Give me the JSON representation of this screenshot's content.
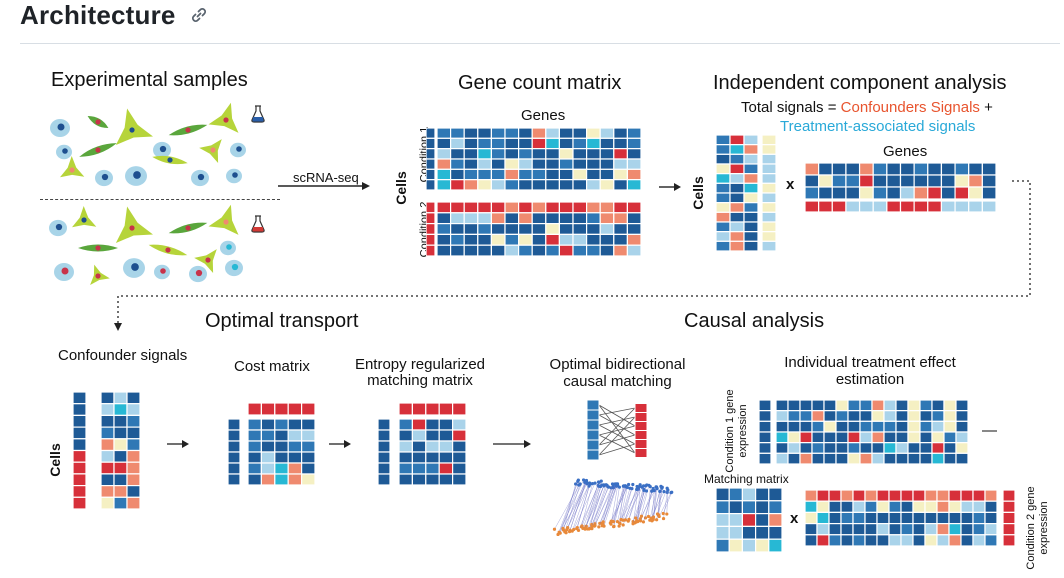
{
  "header": {
    "title": "Architecture",
    "link_icon": "link-icon"
  },
  "diagram": {
    "experimental_samples": "Experimental samples",
    "gene_count_matrix": "Gene count matrix",
    "ica": "Independent component analysis",
    "total_signals": "Total signals =",
    "confounders_signals": "Confounders Signals",
    "plus": "+",
    "treatment_signals": "Treatment-associated signals",
    "genes": "Genes",
    "genes_ica": "Genes",
    "scrna": "scRNA-seq",
    "cells": "Cells",
    "cells_ica": "Cells",
    "cells_conf": "Cells",
    "condition1": "Condition 1",
    "condition2": "Condition 2",
    "times": "x",
    "times2": "x",
    "optimal_transport": "Optimal transport",
    "causal_analysis": "Causal analysis",
    "confounder_signals": "Confounder signals",
    "cost_matrix": "Cost matrix",
    "entropy": "Entropy regularized matching matrix",
    "bidirectional": "Optimal bidirectional causal matching",
    "ite": "Individual treatment effect estimation",
    "cond1_expr": "Condition 1 gene expression",
    "cond2_expr": "Condition 2 gene expression",
    "matching_matrix": "Matching matrix",
    "minus": "—"
  },
  "colors": {
    "navy": "#1e5a96",
    "blue": "#2f78b5",
    "light_blue": "#a9d3ea",
    "cream": "#f5f0c3",
    "salmon": "#ef8a6f",
    "red": "#d7303a",
    "cyan": "#27b8d4",
    "cell_green": "#b6d43a",
    "cell_dark_green": "#5aa63c",
    "cell_light_blue": "#a8d4e8",
    "flask_top": "#2a5ea8",
    "flask_bottom": "#d13a36"
  }
}
